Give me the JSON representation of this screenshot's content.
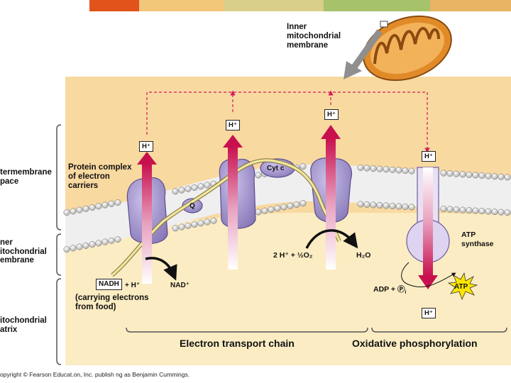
{
  "top_label": "Inner\nmitochondrial\nmembrane",
  "left_labels": {
    "intermembrane": "termembrane\npace",
    "inner_membrane": "ner\nitochondrial\nembrane",
    "matrix": "itochondrial\natrix"
  },
  "protein_complex_label": "Protein complex\nof electron\ncarriers",
  "cyt_c": "Cyt c",
  "q": "Q",
  "h_plus": "H⁺",
  "water_reaction": "2 H⁺ + ½O₂",
  "water_product": "H₂O",
  "atp_synthase": "ATP\nsynthase",
  "nadh": "NADH",
  "nadh_plus_h": "+ H⁺",
  "nad_plus": "NAD⁺",
  "carrying": "(carrying electrons\nfrom food)",
  "adp": "ADP + Ⓟ",
  "adp_sub": "i",
  "atp": "ATP",
  "electron_transport_chain": "Electron transport chain",
  "oxidative_phosphorylation": "Oxidative phosphorylation",
  "copyright": "opyright © Fearson Educat.on, Inc. publish ng as Benjamin Cummings.",
  "colors": {
    "background": "#f8d9a0",
    "matrix": "#fbecc3",
    "protein": "#9d8fc7",
    "proton_arrow": "#d41a5a",
    "electron_path": "#f1e8a0",
    "atp_star": "#ffe600",
    "mitochondrion": "#e08b28"
  }
}
